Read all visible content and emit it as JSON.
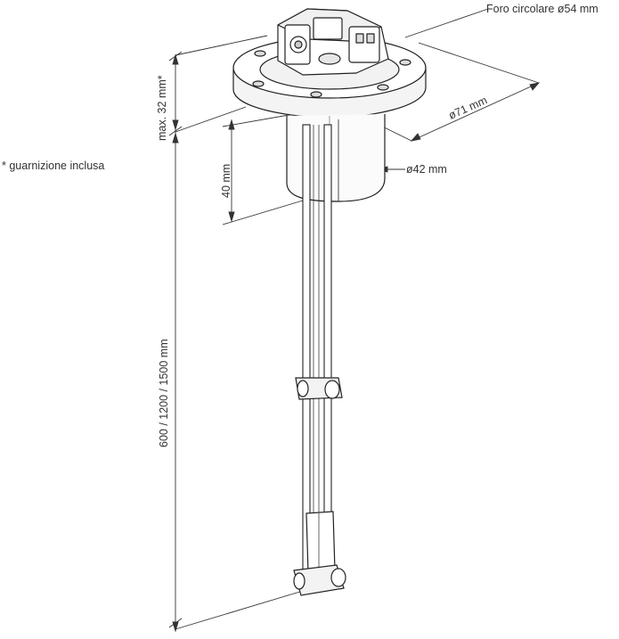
{
  "labels": {
    "hole": "Foro circolare ø54 mm",
    "flange_diameter": "ø71 mm",
    "body_diameter": "ø42 mm",
    "head_height": "max. 32 mm*",
    "body_length": "40 mm",
    "probe_length": "600 / 1200 / 1500 mm",
    "gasket_note": "* guarnizione inclusa"
  },
  "colors": {
    "ink": "#333333",
    "line": "#222222",
    "paper": "#ffffff"
  }
}
